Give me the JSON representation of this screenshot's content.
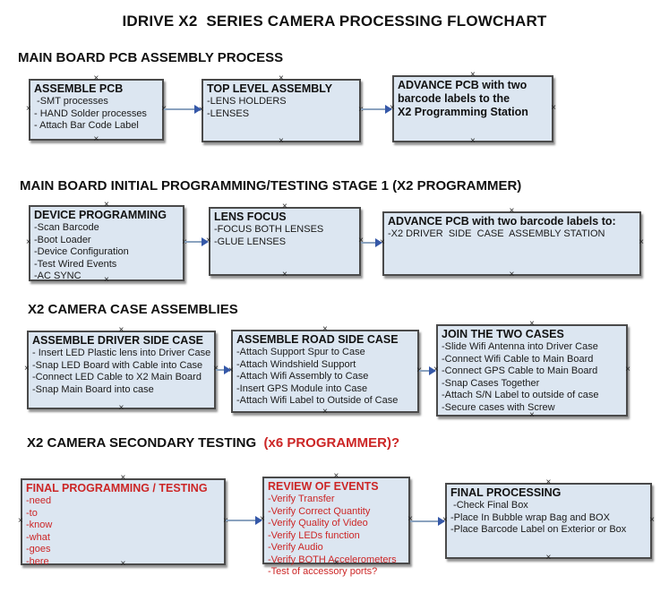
{
  "title": "IDRIVE X2  SERIES CAMERA PROCESSING FLOWCHART",
  "colors": {
    "red": "#cc2626",
    "box_fill": "#dce6f1",
    "box_border": "#4a4a4a",
    "arrow_line": "#8ba3bf",
    "arrow_head": "#3558a8"
  },
  "sections": [
    {
      "heading": "MAIN BOARD PCB ASSEMBLY PROCESS",
      "boxes": [
        {
          "title": "ASSEMBLE PCB",
          "items": [
            " -SMT processes",
            "- HAND Solder processes",
            "- Attach Bar Code Label"
          ]
        },
        {
          "title": "TOP LEVEL ASSEMBLY",
          "items": [
            "-LENS HOLDERS",
            "-LENSES"
          ]
        },
        {
          "title": "ADVANCE PCB with two\nbarcode labels to the\n X2 Programming Station",
          "items": []
        }
      ]
    },
    {
      "heading": "MAIN BOARD INITIAL PROGRAMMING/TESTING STAGE 1 (X2 PROGRAMMER)",
      "boxes": [
        {
          "title": "DEVICE PROGRAMMING",
          "items": [
            "-Scan Barcode",
            "-Boot Loader",
            "-Device Configuration",
            "-Test Wired Events",
            "-AC SYNC"
          ]
        },
        {
          "title": "LENS FOCUS",
          "items": [
            "-FOCUS BOTH LENSES",
            "-GLUE LENSES"
          ]
        },
        {
          "title": "ADVANCE PCB with two barcode labels to:",
          "items": [
            "-X2 DRIVER  SIDE  CASE  ASSEMBLY STATION"
          ]
        }
      ]
    },
    {
      "heading": "X2 CAMERA CASE ASSEMBLIES",
      "boxes": [
        {
          "title": "ASSEMBLE DRIVER SIDE CASE",
          "items": [
            "- Insert LED Plastic lens into Driver Case",
            "-Snap LED Board with Cable into Case",
            "-Connect LED Cable to X2 Main Board",
            "-Snap Main Board into case"
          ]
        },
        {
          "title": "ASSEMBLE ROAD SIDE CASE",
          "items": [
            "-Attach Support Spur to Case",
            "-Attach Windshield Support",
            "-Attach Wifi Assembly to Case",
            "-Insert GPS Module into Case",
            "-Attach Wifi Label to Outside of Case"
          ]
        },
        {
          "title": "JOIN THE TWO CASES",
          "items": [
            "-Slide Wifi Antenna into Driver Case",
            "-Connect Wifi Cable to Main Board",
            "-Connect GPS Cable to Main Board",
            "-Snap Cases Together",
            "-Attach S/N Label to outside of case",
            "-Secure cases with Screw"
          ]
        }
      ]
    },
    {
      "heading": "X2 CAMERA SECONDARY TESTING  ",
      "heading_red": "(x6 PROGRAMMER)?",
      "boxes": [
        {
          "title": "FINAL PROGRAMMING / TESTING",
          "items": [
            "-need",
            "-to",
            "-know",
            "-what",
            "-goes",
            "-here"
          ]
        },
        {
          "title": "REVIEW OF EVENTS",
          "items": [
            "-Verify Transfer",
            "-Verify Correct Quantity",
            "-Verify Quality of Video",
            "-Verify LEDs function",
            "-Verify Audio",
            "-Verify BOTH Accelerometers",
            "-Test of accessory ports?"
          ]
        },
        {
          "title": "FINAL PROCESSING",
          "items": [
            " -Check Final Box",
            "-Place In Bubble wrap Bag and BOX",
            "-Place Barcode Label on Exterior or Box"
          ]
        }
      ]
    }
  ]
}
